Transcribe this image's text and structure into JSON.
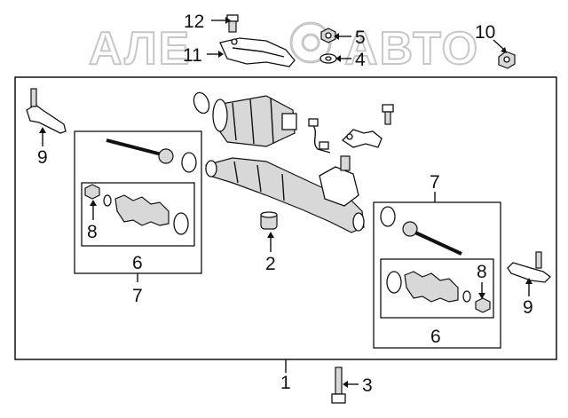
{
  "watermark": "АЛЕ АВТО",
  "callouts": {
    "c1": "1",
    "c2": "2",
    "c3": "3",
    "c4": "4",
    "c5": "5",
    "c6_left": "6",
    "c6_right": "6",
    "c7_left": "7",
    "c7_right": "7",
    "c8_left": "8",
    "c8_right": "8",
    "c9_left": "9",
    "c9_right": "9",
    "c10": "10",
    "c11": "11",
    "c12": "12"
  }
}
